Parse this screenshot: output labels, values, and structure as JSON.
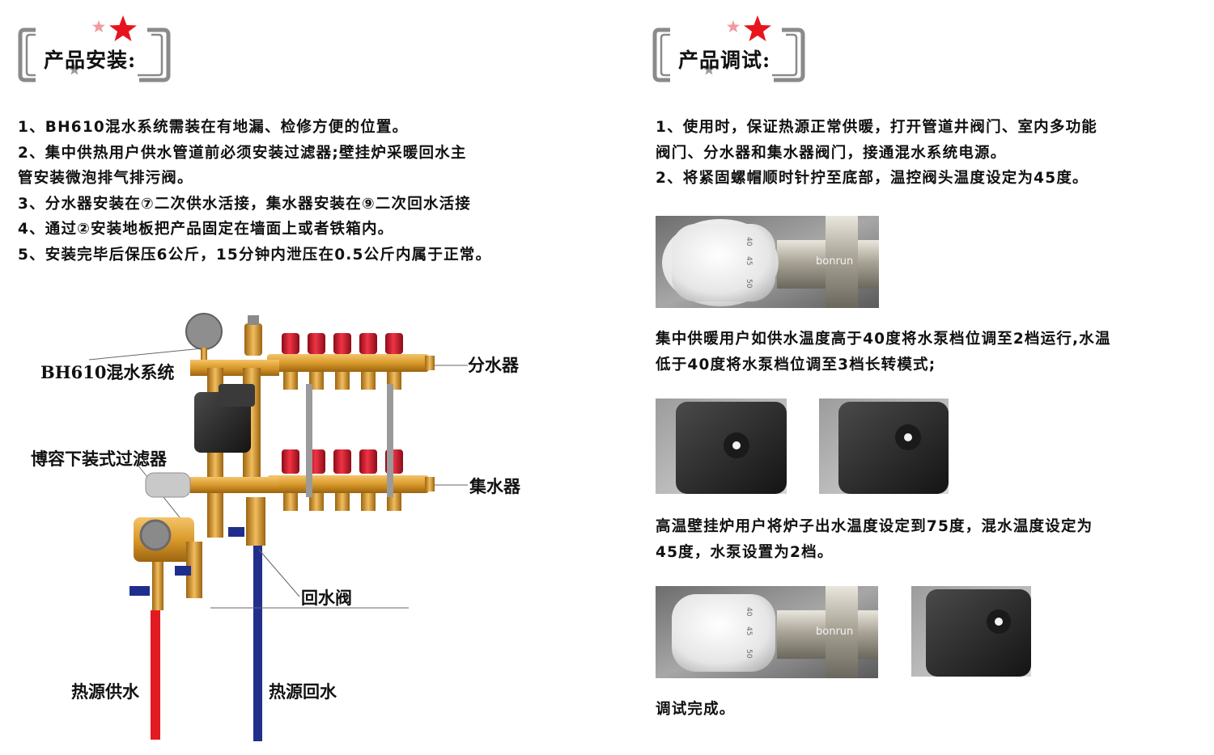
{
  "colors": {
    "star_red": "#e8141d",
    "badge_gray": "#8a8a8a",
    "brass": "#d99a2b",
    "valve_red": "#d4142a",
    "pipe_red": "#e21b23",
    "pipe_blue": "#22308c",
    "pump_black": "#2a2a2a"
  },
  "install": {
    "heading": "产品安装:",
    "steps": [
      "1、BH610混水系统需装在有地漏、检修方便的位置。",
      "2、集中供热用户供水管道前必须安装过滤器;壁挂炉采暖回水主",
      "管安装微泡排气排污阀。",
      "3、分水器安装在⑦二次供水活接，集水器安装在⑨二次回水活接",
      "4、通过②安装地板把产品固定在墙面上或者铁箱内。",
      "5、安装完毕后保压6公斤，15分钟内泄压在0.5公斤内属于正常。"
    ],
    "diagram": {
      "label_system": "BH610混水系统",
      "label_filter": "博容下装式过滤器",
      "label_distributor": "分水器",
      "label_collector": "集水器",
      "label_return_valve": "回水阀",
      "label_supply": "热源供水",
      "label_return": "热源回水"
    }
  },
  "debug": {
    "heading": "产品调试:",
    "steps": [
      "1、使用时，保证热源正常供暖，打开管道井阀门、室内多功能",
      "阀门、分水器和集水器阀门，接通混水系统电源。",
      "2、将紧固螺帽顺时针拧至底部，温控阀头温度设定为45度。"
    ],
    "valve_dial_marks": [
      "40",
      "45",
      "50"
    ],
    "valve_brand": "bonrun",
    "para_central": [
      "集中供暖用户如供水温度高于40度将水泵档位调至2档运行,水温",
      "低于40度将水泵档位调至3档长转模式;"
    ],
    "para_boiler": [
      "高温壁挂炉用户将炉子出水温度设定到75度，混水温度设定为",
      "45度，水泵设置为2档。"
    ],
    "done": "调试完成。"
  }
}
